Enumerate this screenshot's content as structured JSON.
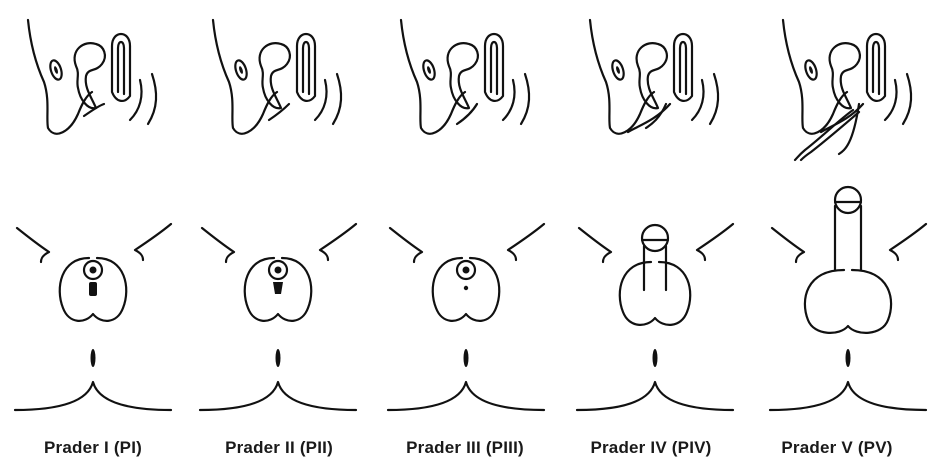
{
  "stages": [
    {
      "label": "Prader I (PI)",
      "score": 1
    },
    {
      "label": "Prader II (PII)",
      "score": 2
    },
    {
      "label": "Prader III (PIII)",
      "score": 3
    },
    {
      "label": "Prader IV (PIV)",
      "score": 4
    },
    {
      "label": "Prader V (PV)",
      "score": 5
    }
  ]
}
